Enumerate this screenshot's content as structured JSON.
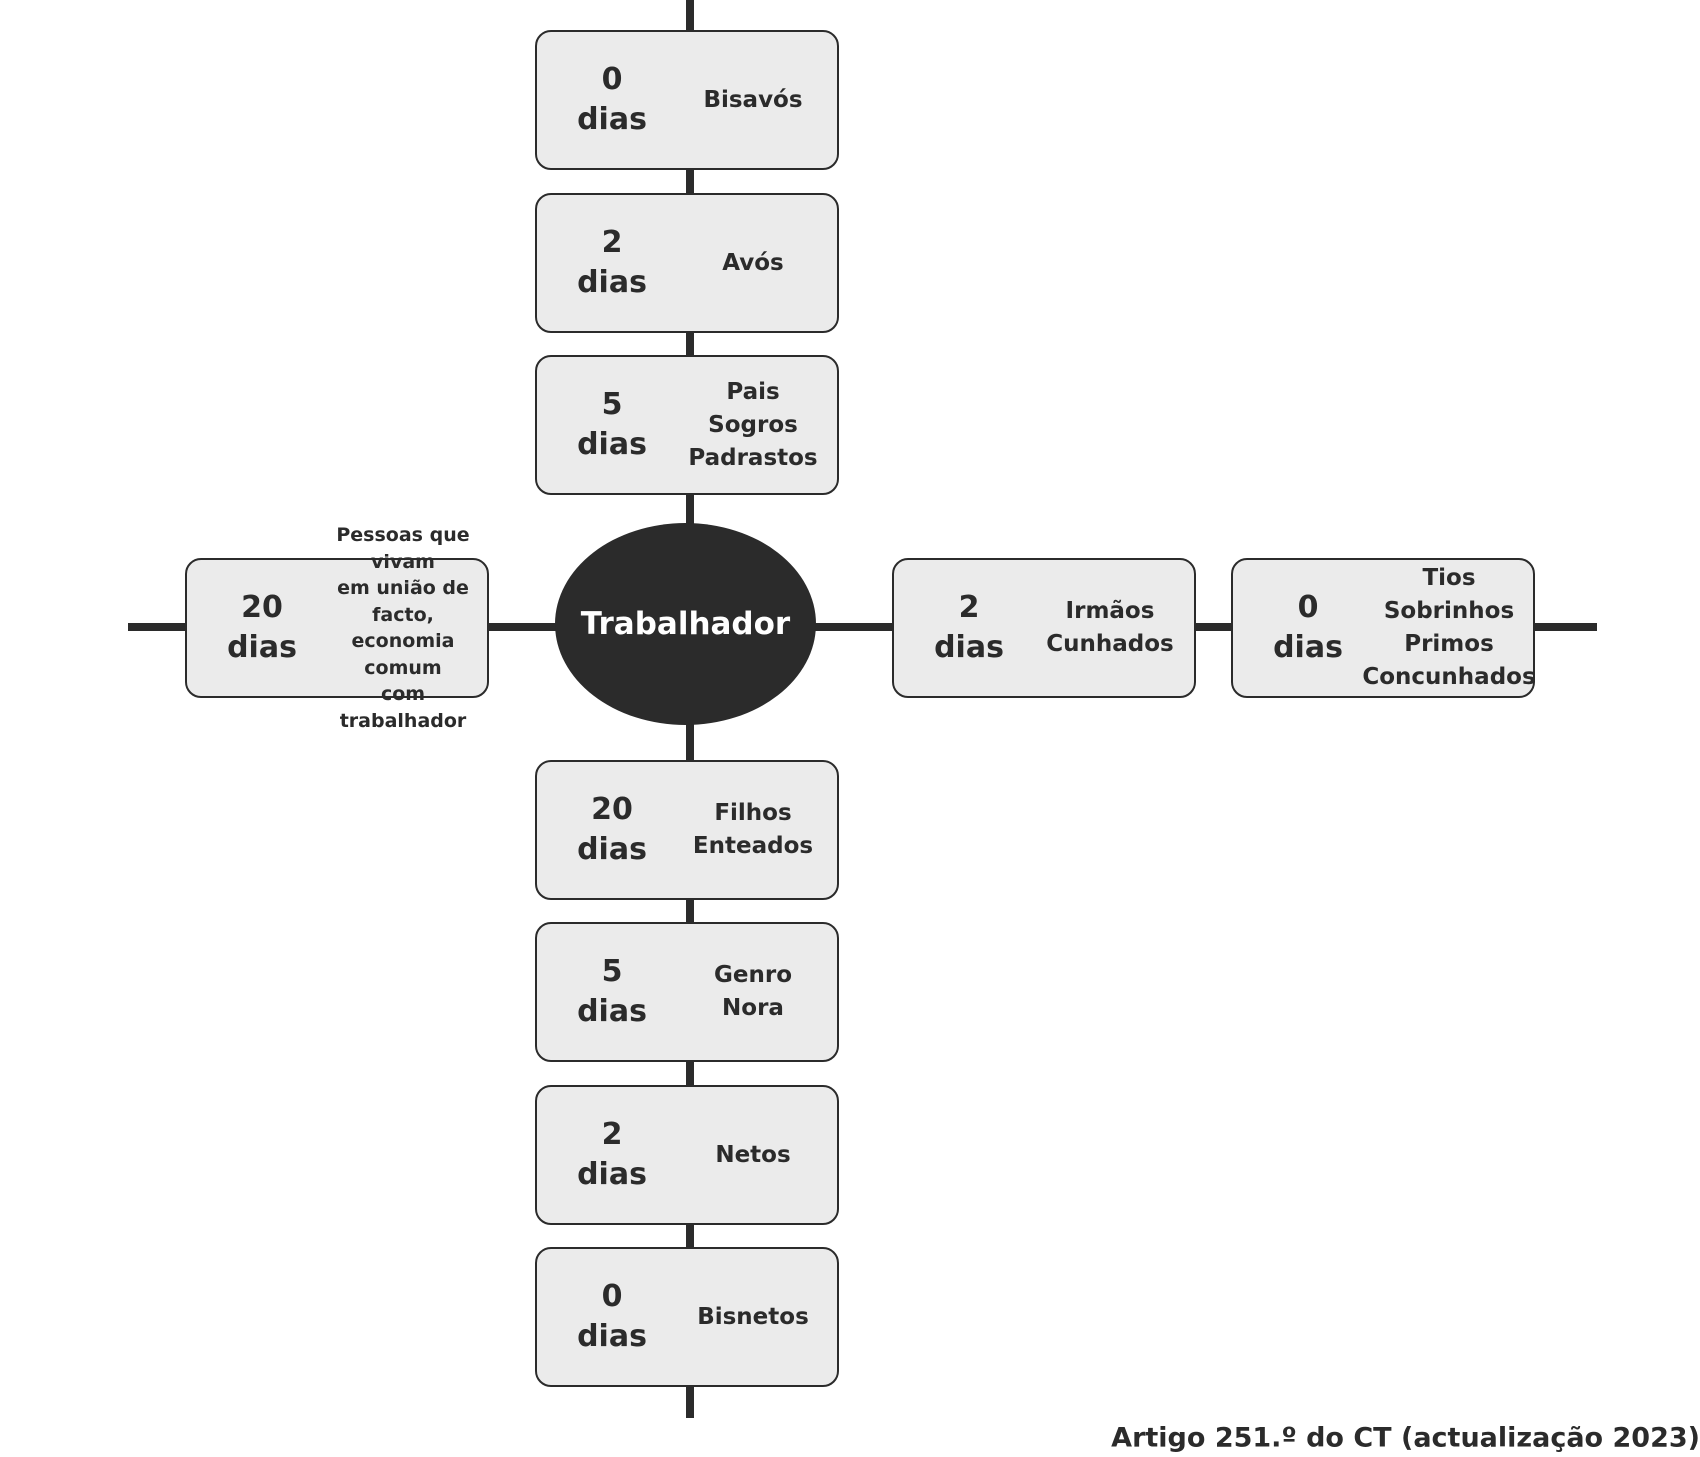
{
  "center_label": "Trabalhador",
  "unit": "dias",
  "nodes": [
    {
      "id": "bisavos",
      "days": "0",
      "relatives": [
        "Bisavós"
      ]
    },
    {
      "id": "avos",
      "days": "2",
      "relatives": [
        "Avós"
      ]
    },
    {
      "id": "pais",
      "days": "5",
      "relatives": [
        "Pais",
        "Sogros",
        "Padrastos"
      ]
    },
    {
      "id": "uniao-facto",
      "days": "20",
      "relatives": [
        "Pessoas que vivam",
        "em união de facto,",
        "economia comum",
        "com trabalhador"
      ]
    },
    {
      "id": "irmaos",
      "days": "2",
      "relatives": [
        "Irmãos",
        "Cunhados"
      ]
    },
    {
      "id": "tios",
      "days": "0",
      "relatives": [
        "Tios",
        "Sobrinhos",
        "Primos",
        "Concunhados"
      ]
    },
    {
      "id": "filhos",
      "days": "20",
      "relatives": [
        "Filhos",
        "Enteados"
      ]
    },
    {
      "id": "genro",
      "days": "5",
      "relatives": [
        "Genro",
        "Nora"
      ]
    },
    {
      "id": "netos",
      "days": "2",
      "relatives": [
        "Netos"
      ]
    },
    {
      "id": "bisnetos",
      "days": "0",
      "relatives": [
        "Bisnetos"
      ]
    }
  ],
  "caption": "Artigo 251.º do CT (actualização 2023)"
}
